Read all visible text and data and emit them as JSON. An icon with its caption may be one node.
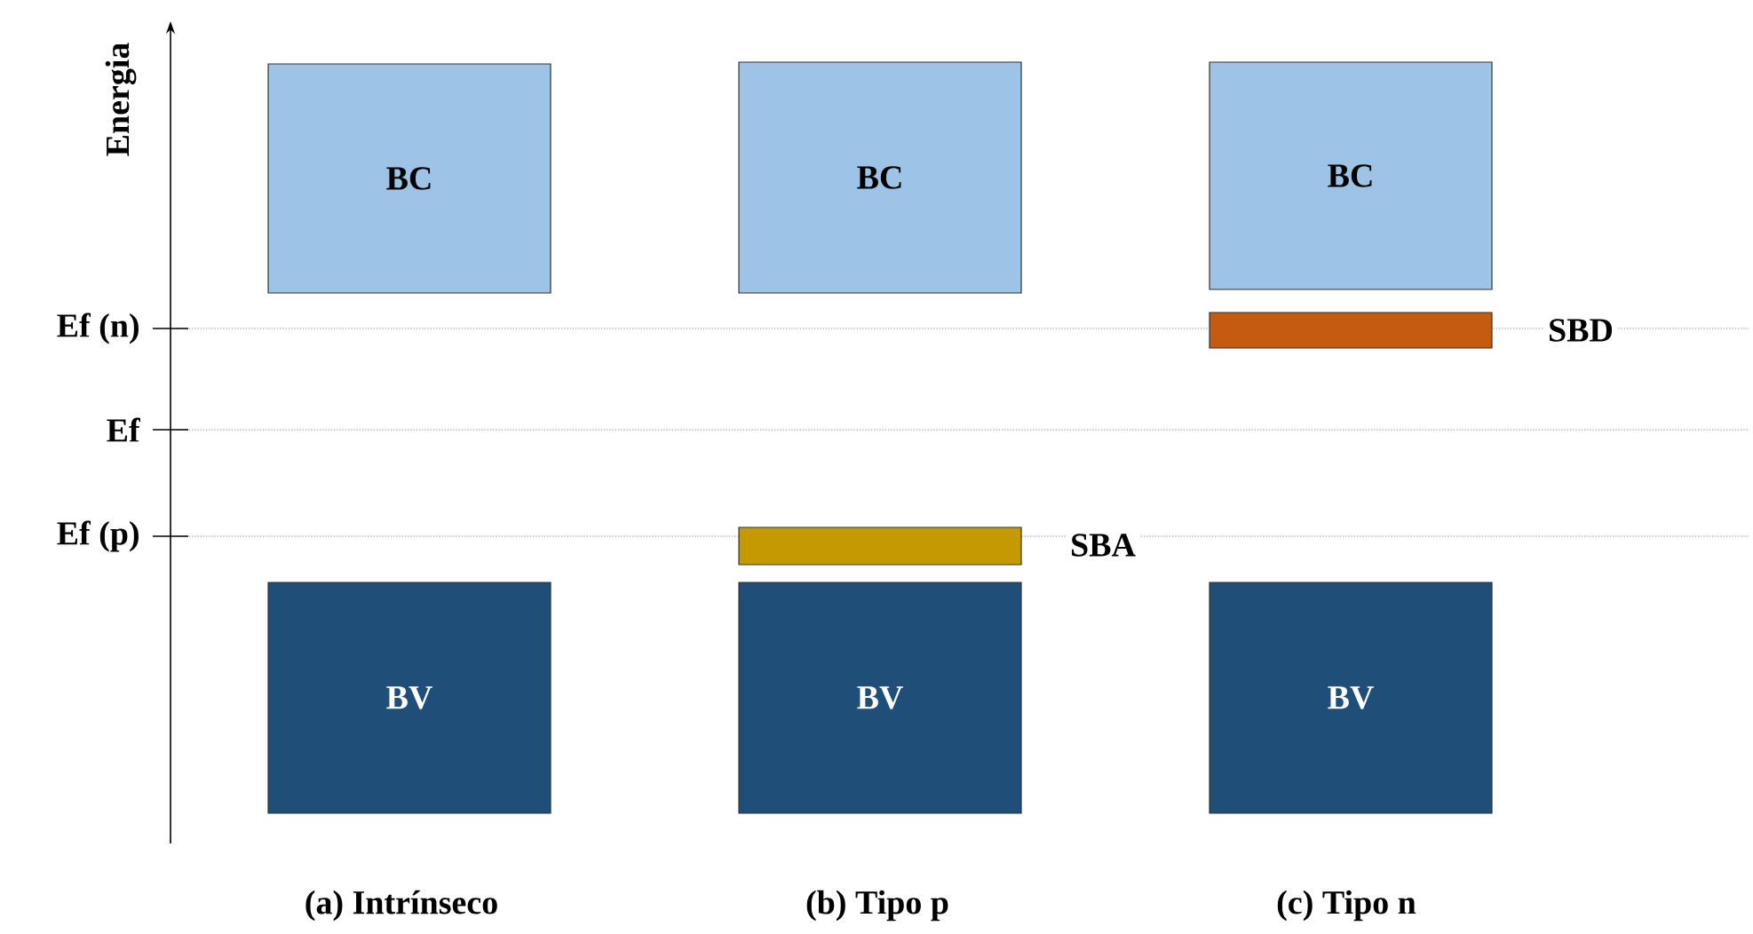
{
  "diagram": {
    "nodes": [
      {
        "text": [
          "BC"
        ]
      },
      {
        "text": [
          "BC"
        ]
      },
      {
        "text": [
          "BC"
        ]
      },
      {
        "text": [],
        "shape": "bar",
        "beside": [
          "SBD"
        ]
      },
      {
        "text": [],
        "shape": "bar",
        "beside": [
          "SBA"
        ]
      },
      {
        "text": [
          "BV"
        ]
      },
      {
        "text": [
          "BV"
        ]
      },
      {
        "text": [
          "BV"
        ]
      }
    ],
    "labels": [
      "Energia",
      "Ef (n)",
      "Ef",
      "Ef (p)",
      "(a) Intrínseco",
      "(b) Tipo p",
      "(c) Tipo n"
    ]
  }
}
